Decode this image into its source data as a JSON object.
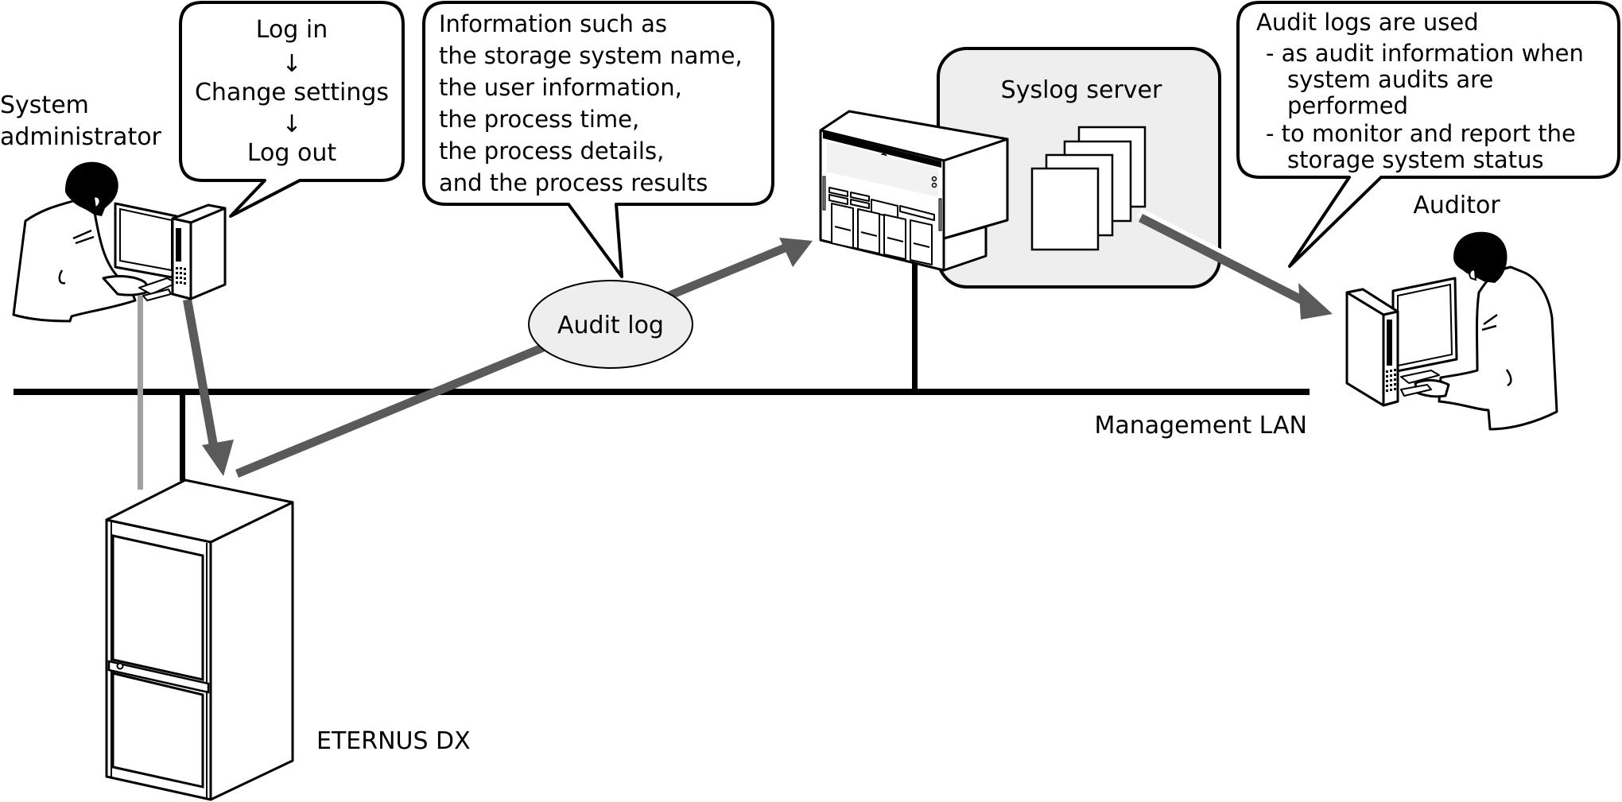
{
  "diagram": {
    "type": "network-flow",
    "colors": {
      "arrow": "#5a5a5a",
      "serial_cable": "#a0a0a0",
      "lan": "#000000",
      "syslog_box_fill": "#eeeeee",
      "audit_log_fill": "#eeeeee"
    },
    "actors": {
      "admin": {
        "label_line1": "System",
        "label_line2": "administrator",
        "icon": "person-at-computer-icon"
      },
      "auditor": {
        "label": "Auditor",
        "icon": "person-at-computer-icon"
      }
    },
    "bubbles": {
      "admin_steps": {
        "lines": [
          "Log in",
          "↓",
          "Change settings",
          "↓",
          "Log out"
        ]
      },
      "log_contents": {
        "lines": [
          "Information such as",
          "the storage system name,",
          "the user information,",
          "the process time,",
          "the process details,",
          "and the process results"
        ]
      },
      "audit_usage": {
        "lines": [
          "Audit logs are used",
          "- as audit information when",
          "system audits are",
          "performed",
          "- to monitor and report the",
          "storage system status"
        ]
      }
    },
    "nodes": {
      "audit_log": {
        "label": "Audit log"
      },
      "syslog_server": {
        "label": "Syslog server",
        "icon": "rack-server-icon",
        "documents_icon": "log-files-icon",
        "document_count": 4
      },
      "storage": {
        "label": "ETERNUS DX",
        "icon": "storage-cabinet-icon"
      },
      "network": {
        "label": "Management LAN"
      }
    },
    "flows": [
      {
        "from": "System administrator",
        "to": "ETERNUS DX"
      },
      {
        "from": "ETERNUS DX",
        "to": "Syslog server",
        "via": "Audit log"
      },
      {
        "from": "Syslog server",
        "to": "Auditor"
      }
    ]
  }
}
